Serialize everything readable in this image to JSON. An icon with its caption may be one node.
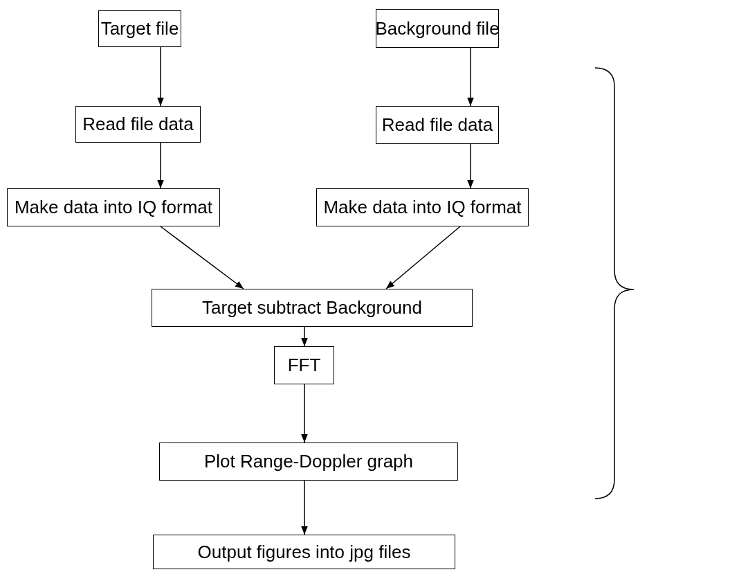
{
  "diagram": {
    "nodes": [
      {
        "text": [
          "Target file"
        ]
      },
      {
        "text": [
          "Background file"
        ]
      },
      {
        "text": [
          "Read file data"
        ]
      },
      {
        "text": [
          "Read file data"
        ]
      },
      {
        "text": [
          "Make data into IQ format"
        ]
      },
      {
        "text": [
          "Make data into IQ format"
        ]
      },
      {
        "text": [
          "Target subtract Background"
        ]
      },
      {
        "text": [
          "FFT"
        ]
      },
      {
        "text": [
          "Plot Range-Doppler graph"
        ]
      },
      {
        "text": [
          "Output figures into jpg files"
        ]
      }
    ],
    "edges": [
      {
        "from": 0,
        "to": 2,
        "arrow": "to"
      },
      {
        "from": 1,
        "to": 3,
        "arrow": "to"
      },
      {
        "from": 2,
        "to": 4,
        "arrow": "to"
      },
      {
        "from": 3,
        "to": 5,
        "arrow": "to"
      },
      {
        "from": 4,
        "to": 6,
        "arrow": "to"
      },
      {
        "from": 5,
        "to": 6,
        "arrow": "to"
      },
      {
        "from": 6,
        "to": 7,
        "arrow": "to"
      },
      {
        "from": 7,
        "to": 8,
        "arrow": "to"
      },
      {
        "from": 8,
        "to": 9,
        "arrow": "to"
      }
    ]
  }
}
